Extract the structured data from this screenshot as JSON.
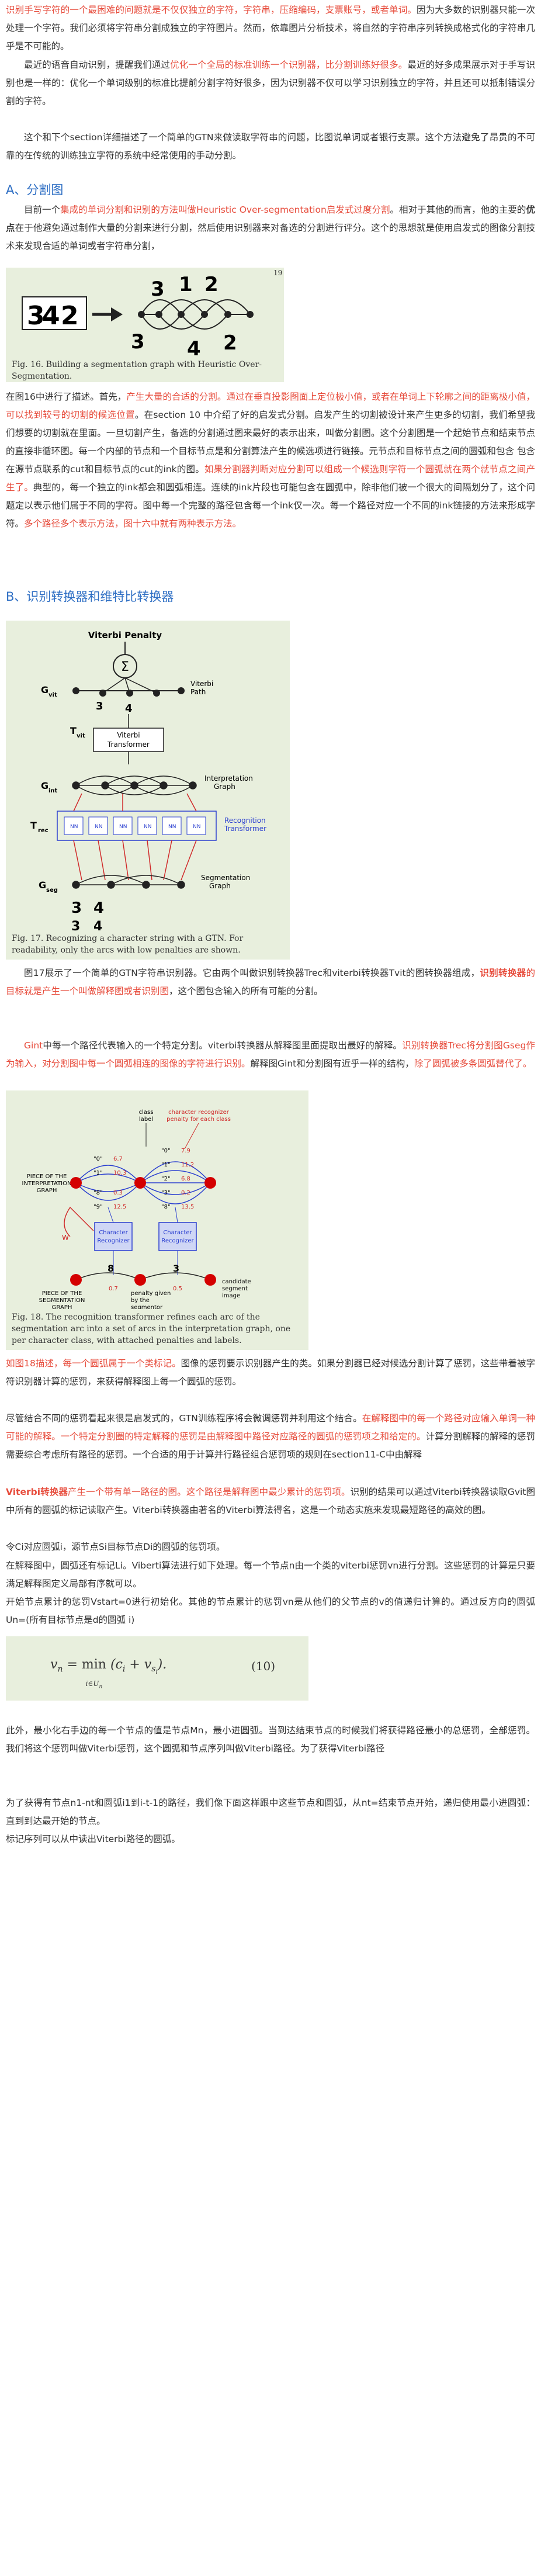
{
  "p0": {
    "a": "识别手写字符的一个最困难的问题就是不仅仅独立的字符，字符串，压缩编码，支票账号，或者单词。",
    "b": "因为大多数的识别器只能一次处理一个字符。我们必须将字符串分割成独立的字符图片。然而，依靠图片分析技术，将自然的字符串序列转换成格式化的字符串几乎是不可能的。"
  },
  "p1": {
    "a": "最近的语音自动识别，提醒我们通过",
    "b": "优化一个全局的标准训练一个识别器，比分割训练好很多。",
    "c": "最近的好多成果展示对于手写识别也是一样的：优化一个单词级别的标准比提前分割字符好很多，因为识别器不仅可以学习识别独立的字符，并且还可以抵制错误分割的字符。"
  },
  "p2": "这个和下个section详细描述了一个简单的GTN来做读取字符串的问题，比图说单词或者银行支票。这个方法避免了昂贵的不可靠的在传统的训练独立字符的系统中经常使用的手动分割。",
  "h_a": "A、分割图",
  "p3": {
    "a": "目前一个",
    "b": "集成的单词分割和识别的方法叫做Heuristic Over-segmentation启发式过度分割",
    "c": "。相对于其他的而言，他的主要的",
    "d": "优点",
    "e": "在于他避免通过制作大量的分割来进行分割，然后使用识别器来对备选的分割进行评分。",
    "f": "这个的思想就是使用启发式的图像分割技术来发现合适的单词或者字符串分割，"
  },
  "fig16": {
    "page_no": "19",
    "caption": "Fig. 16.    Building a segmentation graph with Heuristic Over-Segmentation.",
    "chars": [
      "3",
      "4",
      "2",
      "3",
      "4",
      "1",
      "2"
    ],
    "left_chars": [
      "3",
      "4",
      "2"
    ]
  },
  "p4": {
    "a": "在图16中进行了描述。首先，",
    "b": "产生大量的合适的分割。",
    "c": "通过在垂直投影图面上定位极小值，或者在单词上下轮廓之间的距离极小值，可以找到较号的切割的候选位置",
    "d": "。在section 10 中介绍了好的启发式分割。启发产生的切割被设计来产生更多的切割，我们希望我们想要的切割就在里面。一旦切割产生，备选的分割通过图来最好的表示出来，叫做分割图。这个分割图是一个起始节点和结束节点的直接非循环图。每一个内部的节点和一个目标节点是和分割算法产生的候选项进行链接。元节点和目标节点之间的圆弧和包含 包含在源节点联系的cut和目标节点的cut的ink的图。",
    "e": "如果分割器判断对应分割可以组成一个候选则字符一个圆弧就在两个就节点之间产生了。",
    "f": "典型的，每一个独立的ink都会和圆弧相连。连续的ink片段也可能包含在圆弧中，除非他们被一个很大的间隔划分了，这个问题定以表示他们属于不同的字符。图中每一个完整的路径包含每一个ink仅一次。每一个路径对应一个不同的ink链接的方法来形成字符。",
    "g": "多个路径多个表示方法，图十六中就有两种表示方法。"
  },
  "h_b": "B、识别转换器和维特比转换器",
  "fig17": {
    "title": "Viterbi Penalty",
    "sigma": "Σ",
    "labels": {
      "gvit": "G",
      "gvit_sub": "vit",
      "viterbi_path": "Viterbi\nPath",
      "tvit": "T",
      "tvit_sub": "vit",
      "viterbi_transformer": "Viterbi\nTransformer",
      "gint": "G",
      "gint_sub": "int",
      "interp_graph": "Interpretation\nGraph",
      "trec": "T",
      "trec_sub": "rec",
      "recog_transformer": "Recognition\nTransformer",
      "gseg": "G",
      "gseg_sub": "seg",
      "seg_graph": "Segmentation\nGraph"
    },
    "nn": "NN",
    "caption": "Fig. 17.   Recognizing a character string with a GTN. For readability, only the arcs with low penalties are shown."
  },
  "p5": {
    "a": "图17展示了一个简单的GTN字符串识别器。它由两个叫做识别转换器Trec和viterbi转换器Tvit的图转换器组成，",
    "b": "识别转换器",
    "c": "的目标就是产生一个叫做解释图或者识别图",
    "d": "，这个图包含输入的所有可能的分割。"
  },
  "p6": {
    "a": "Gint",
    "b": "中每一个路径代表输入的一个特定分割。viterbi转换器从解释图里面提取出最好的解释。",
    "c": "识别转换器Trec将分割图Gseg作为输入，对分割图中每一个圆弧相连的图像的字符进行识别。",
    "d": "解释图Gint和分割图有近乎一样的结构，",
    "e": "除了圆弧被多条圆弧替代了。"
  },
  "fig18": {
    "labels": {
      "class_label": "class\nlabel",
      "char_penalty": "character recognizer\npenalty for each class",
      "piece_interp": "PIECE OF THE\nINTERPRETATION\nGRAPH",
      "char_recog": "Character\nRecognizer",
      "piece_seg": "PIECE OF THE\nSEGMENTATION\nGRAPH",
      "penalty_given": "penalty given\nby the\nsegmentor",
      "candidate": "candidate\nsegment\nimage",
      "w": "W"
    },
    "left_arcs": [
      {
        "cls": "\"0\"",
        "val": "6.7"
      },
      {
        "cls": "\"1\"",
        "val": "10.3"
      },
      {
        "cls": "\"8\"",
        "val": "0.3"
      },
      {
        "cls": "\"9\"",
        "val": "12.5"
      }
    ],
    "right_arcs": [
      {
        "cls": "\"0\"",
        "val": "7.9"
      },
      {
        "cls": "\"1\"",
        "val": "11.2"
      },
      {
        "cls": "\"2\"",
        "val": "6.8"
      },
      {
        "cls": "\"3\"",
        "val": "0.2"
      },
      {
        "cls": "\"8\"",
        "val": "13.5"
      }
    ],
    "seg_penalties": [
      "0.7",
      "0.5"
    ],
    "caption": "Fig. 18.   The recognition transformer refines each arc of the segmentation arc into a set of arcs in the interpretation graph, one per character class, with attached penalties and labels."
  },
  "p7": {
    "a": "如图18描述，每一个圆弧属于一个类标记。",
    "b": "图像的惩罚要示识别器产生的类。如果分割器已经对候选分割计算了惩罚，这些带着被字符识别器计算的惩罚，来获得解释图上每一个圆弧的惩罚。"
  },
  "p8": {
    "a": "尽管结合不同的惩罚看起来很是启发式的，GTN训练程序将会微调惩罚并利用这个结合。",
    "b": "在解释图中的每一个路径对应输入单词一种可能的解释。一个特定分割圈的特定解释的惩罚是由解释图中路径对应路径的圆弧的惩罚项之和给定的。",
    "c": "计算分割解释的解释的惩罚需要综合考虑所有路径的惩罚。一个合适的用于计算并行路径组合惩罚项的规则在section11-C中由解释"
  },
  "p9": {
    "a": "Viterbi转换器",
    "b": "产生一个带有单一路径的图。这个路径是解释图中最少累计的惩罚项。",
    "c": "识别的结果可以通过Viterbi转换器读取Gvit图中所有的圆弧的标记读取产生。Viterbi转换器由著名的Viterbi算法得名，这是一个动态实施来发现最短路径的高效的图。"
  },
  "p10": "令Ci对应圆弧i，源节点Si目标节点Di的圆弧的惩罚项。",
  "p11": "在解释图中，圆弧还有标记Li。Viberti算法进行如下处理。每一个节点n由一个类的viterbi惩罚vn进行分割。这些惩罚的计算是只要满足解释图定义局部有序就可以。",
  "p12": "开始节点累计的惩罚Vstart=0进行初始化。其他的节点累计的惩罚vn是从他们的父节点的v的值递归计算的。通过反方向的圆弧Un=(所有目标节点是d的圆弧 i)",
  "eq": {
    "lhs": "v",
    "lhs_sub": "n",
    "eq": "=",
    "min": "min",
    "min_sub": "i∈U",
    "min_sub2": "n",
    "body": "(c",
    "c_sub": "i",
    "plus": " + v",
    "v_sub": "s",
    "v_sub2": "i",
    "close": ").",
    "number": "(10)"
  },
  "p13": "此外，最小化右手边的每一个节点的值是节点Mn，最小进圆弧。当到达结束节点的时候我们将获得路径最小的总惩罚，全部惩罚。我们将这个惩罚叫做Viterbi惩罚，这个圆弧和节点序列叫做Viterbi路径。为了获得Viterbi路径",
  "p14": "为了获得有节点n1-nt和圆弧i1到i-t-1的路径，我们像下面这样跟中这些节点和圆弧，从nt=结束节点开始，递归使用最小进圆弧：直到到达最开始的节点。",
  "p15": "标记序列可以从中读出Viterbi路径的圆弧。"
}
